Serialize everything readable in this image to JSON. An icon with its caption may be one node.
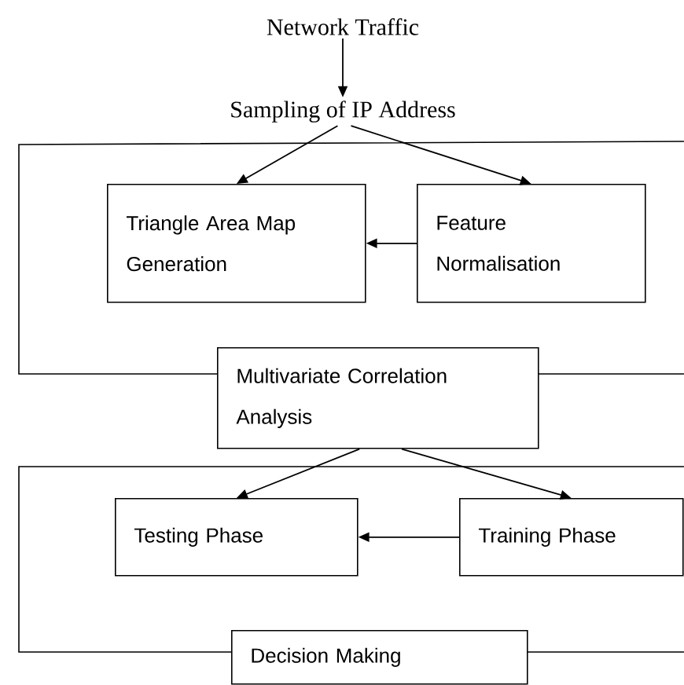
{
  "diagram": {
    "nodes": [
      {
        "text": [
          "Network Traffic"
        ]
      },
      {
        "text": [
          "Sampling of IP Address"
        ]
      },
      {
        "text": [
          "Triangle Area Map Generation"
        ]
      },
      {
        "text": [
          "Feature Normalisation"
        ]
      },
      {
        "text": [
          "Multivariate Correlation Analysis"
        ]
      },
      {
        "text": [
          "Testing Phase"
        ]
      },
      {
        "text": [
          "Training Phase"
        ]
      },
      {
        "text": [
          "Decision Making"
        ]
      }
    ],
    "edges": [
      {
        "from": 0,
        "to": 1,
        "arrow": "to"
      },
      {
        "from": 1,
        "to": 2,
        "arrow": "to"
      },
      {
        "from": 1,
        "to": 3,
        "arrow": "to"
      },
      {
        "from": 3,
        "to": 2,
        "arrow": "to"
      },
      {
        "from": 4,
        "to": 5,
        "arrow": "to"
      },
      {
        "from": 4,
        "to": 6,
        "arrow": "to"
      },
      {
        "from": 6,
        "to": 5,
        "arrow": "to"
      }
    ]
  }
}
